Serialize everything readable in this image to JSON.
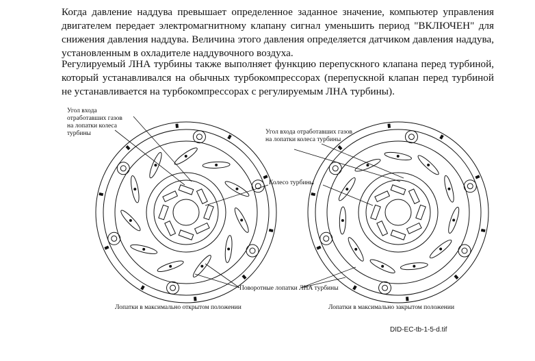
{
  "text": {
    "paragraph1": "Когда давление наддува превышает определенное заданное значение,  компьютер управления двигателем передает электромагнитному клапану сигнал уменьшить период \"ВКЛЮЧЕН\" для снижения давления наддува. Величина этого давления определяется датчиком давления наддува, установленным в охладителе наддувочного воздуха.",
    "paragraph2": "Регулируемый ЛНА турбины также выполняет функцию перепускного клапана перед турбиной, который устанавливался на обычных турбокомпрессорах (перепускной клапан перед турбиной не устанавливается на турбокомпрессорах с регулируемым ЛНА турбины)."
  },
  "figure": {
    "label_angle_left": "Угол входа отработавших газов на лопатки колеса турбины",
    "label_angle_right": "Угол входа отработавших газов на лопатки колеса турбины",
    "label_wheel": "Колесо турбины",
    "label_vanes": "Поворотные лопатки ЛНА турбины",
    "caption_left": "Лопатки в максимально открытом положении",
    "caption_right": "Лопатки в максимально закрытом положении",
    "file_id": "DID-EC-tb-1-5-d.tif"
  }
}
